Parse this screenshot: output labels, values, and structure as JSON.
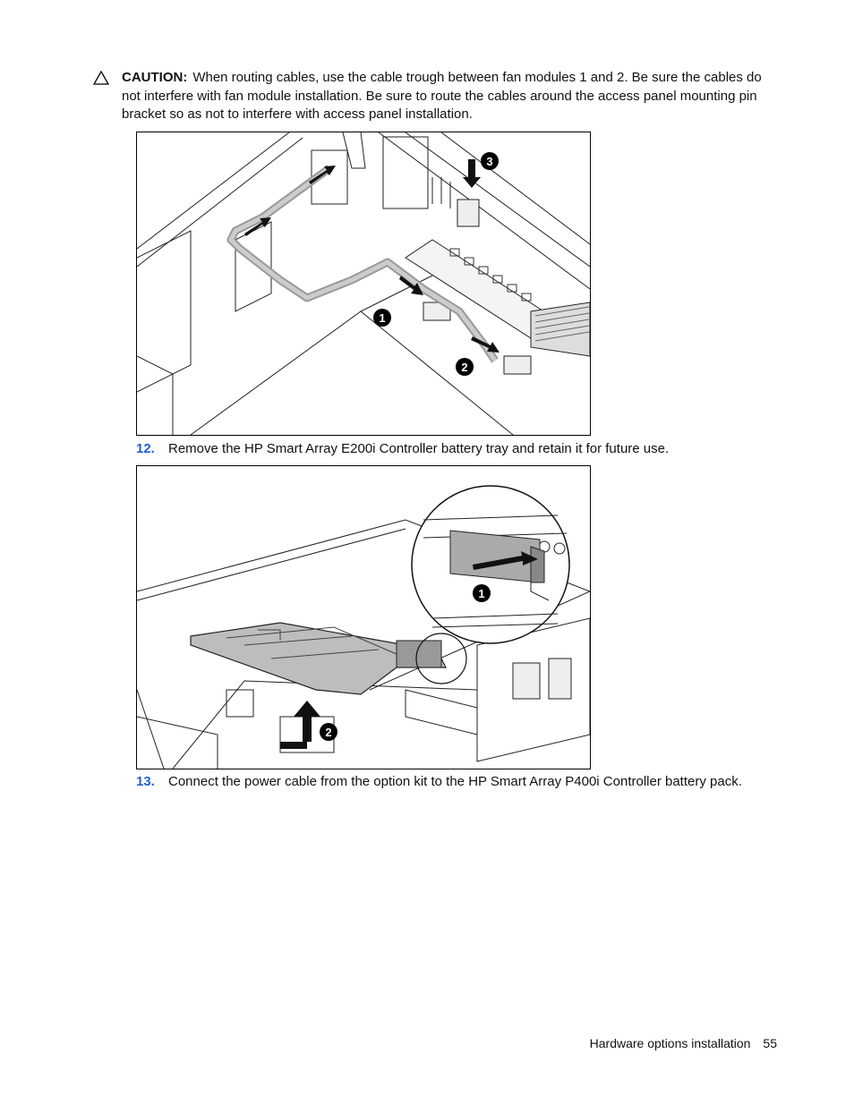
{
  "caution": {
    "icon": "warning-triangle-icon",
    "label": "CAUTION:",
    "text": "When routing cables, use the cable trough between fan modules 1 and 2. Be sure the cables do not interfere with fan module installation. Be sure to route the cables around the access panel mounting pin bracket so as not to interfere with access panel installation."
  },
  "figure1": {
    "callouts": [
      "1",
      "2",
      "3"
    ]
  },
  "steps": [
    {
      "number": "12.",
      "text": "Remove the HP Smart Array E200i Controller battery tray and retain it for future use."
    },
    {
      "number": "13.",
      "text": "Connect the power cable from the option kit to the HP Smart Array P400i Controller battery pack."
    }
  ],
  "figure2": {
    "callouts": [
      "1",
      "2"
    ]
  },
  "footer": {
    "section": "Hardware options installation",
    "page": "55"
  },
  "colors": {
    "step_number": "#1f5fd6",
    "callout": "#000000"
  }
}
